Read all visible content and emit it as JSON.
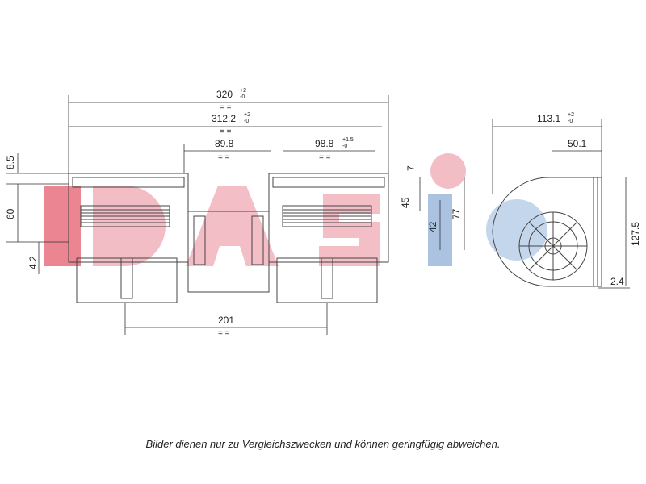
{
  "watermark": {
    "text": "DASIS",
    "color_red": "#e0334a",
    "color_pink": "#f0a8b4",
    "color_blue": "#8fb0d8"
  },
  "dimensions": {
    "overall_width": "320",
    "overall_width_tol_upper": "+2",
    "overall_width_tol_lower": "-0",
    "housing_width": "312.2",
    "housing_width_tol_upper": "+2",
    "housing_width_tol_lower": "-0",
    "motor_width": "89.8",
    "outlet_width": "98.8",
    "outlet_width_tol_upper": "+1.5",
    "outlet_width_tol_lower": "-0",
    "top_flange": "8.5",
    "outlet_height_left": "60",
    "bottom_offset": "4.2",
    "top_step": "7",
    "outlet_height_right": "45",
    "inner_height": "42",
    "total_height": "77",
    "mount_spacing": "201",
    "side_depth": "113.1",
    "side_depth_tol_upper": "+2",
    "side_depth_tol_lower": "-0",
    "side_inner": "50.1",
    "side_height": "127.5",
    "side_gap": "2.4",
    "equal_mark": "= ="
  },
  "caption": "Bilder dienen nur zu Vergleichszwecken und können geringfügig abweichen."
}
